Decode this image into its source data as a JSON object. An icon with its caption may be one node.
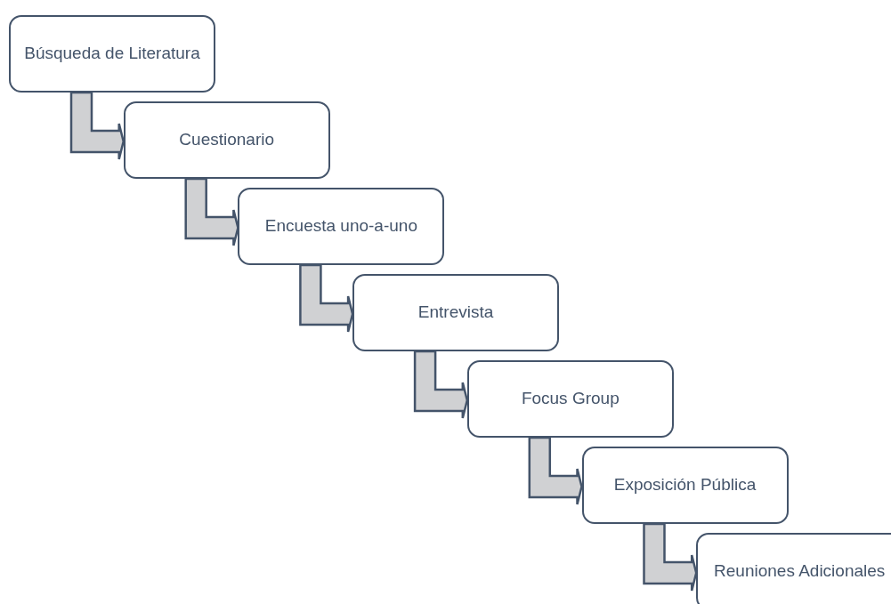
{
  "diagram": {
    "nodes": [
      {
        "text": [
          "Búsqueda de Literatura"
        ]
      },
      {
        "text": [
          "Cuestionario"
        ]
      },
      {
        "text": [
          "Encuesta uno-a-uno"
        ]
      },
      {
        "text": [
          "Entrevista"
        ]
      },
      {
        "text": [
          "Focus Group"
        ]
      },
      {
        "text": [
          "Exposición Pública"
        ]
      },
      {
        "text": [
          "Reuniones Adicionales"
        ]
      }
    ],
    "edges": [
      {
        "from": 0,
        "to": 1,
        "arrow": "to"
      },
      {
        "from": 1,
        "to": 2,
        "arrow": "to"
      },
      {
        "from": 2,
        "to": 3,
        "arrow": "to"
      },
      {
        "from": 3,
        "to": 4,
        "arrow": "to"
      },
      {
        "from": 4,
        "to": 5,
        "arrow": "to"
      },
      {
        "from": 5,
        "to": 6,
        "arrow": "to"
      }
    ]
  }
}
